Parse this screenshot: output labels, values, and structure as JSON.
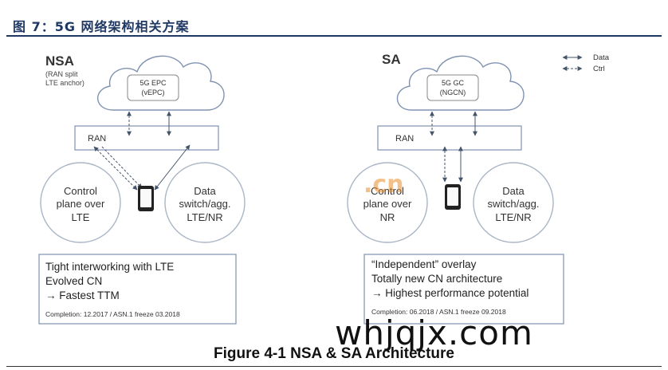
{
  "header": {
    "title": "图 7：5G 网络架构相关方案"
  },
  "legend": {
    "data_label": "Data",
    "ctrl_label": "Ctrl"
  },
  "nsa": {
    "title": "NSA",
    "subtitle_1": "(RAN split",
    "subtitle_2": "LTE anchor)",
    "cloud_line_1": "5G EPC",
    "cloud_line_2": "(vEPC)",
    "ran_label": "RAN",
    "left_circle": [
      "Control",
      "plane over",
      "LTE"
    ],
    "right_circle": [
      "Data",
      "switch/agg.",
      "LTE/NR"
    ],
    "info_lines": [
      "Tight interworking with LTE",
      "Evolved CN",
      "→ Fastest TTM"
    ],
    "completion": "Completion: 12.2017 / ASN.1 freeze 03.2018"
  },
  "sa": {
    "title": "SA",
    "cloud_line_1": "5G GC",
    "cloud_line_2": "(NGCN)",
    "ran_label": "RAN",
    "left_circle": [
      "Control",
      "plane over",
      "NR"
    ],
    "right_circle": [
      "Data",
      "switch/agg.",
      "LTE/NR"
    ],
    "info_lines": [
      "“Independent” overlay",
      "Totally new CN architecture",
      "→ Highest performance potential"
    ],
    "completion": "Completion: 06.2018 / ASN.1 freeze 09.2018"
  },
  "caption": "Figure 4-1  NSA & SA Architecture",
  "watermark": "whjqjx.com",
  "watermark_mark": ".cn",
  "colors": {
    "header_blue": "#1f3864",
    "line": "#6f87a8",
    "text": "#333333"
  }
}
